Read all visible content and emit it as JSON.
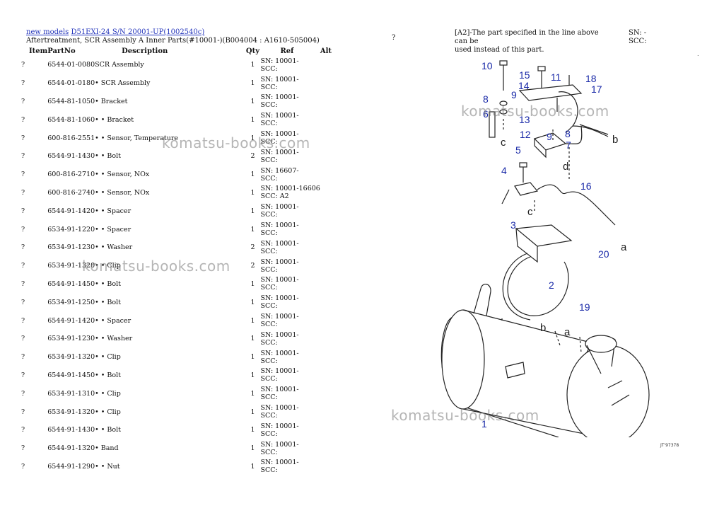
{
  "breadcrumb": {
    "root_link": "new models",
    "model_link": "D51EXI-24 S/N 20001-UP(1002540c)"
  },
  "page_subtitle": "Aftertreatment, SCR Assembly A Inner Parts(#10001-)(B004004 : A1610-505004)",
  "table": {
    "headers": {
      "item": "Item",
      "partno": "PartNo",
      "description": "Description",
      "qty": "Qty",
      "ref": "Ref",
      "alt": "Alt"
    },
    "rows": [
      {
        "item": "?",
        "partno": "6544-01-0080",
        "description": "SCR Assembly",
        "qty": "1",
        "sn": "SN: 10001-",
        "scc": "SCC:"
      },
      {
        "item": "?",
        "partno": "6544-01-0180",
        "description": "• SCR Assembly",
        "qty": "1",
        "sn": "SN: 10001-",
        "scc": "SCC:"
      },
      {
        "item": "?",
        "partno": "6544-81-1050",
        "description": "• Bracket",
        "qty": "1",
        "sn": "SN: 10001-",
        "scc": "SCC:"
      },
      {
        "item": "?",
        "partno": "6544-81-1060",
        "description": "• • Bracket",
        "qty": "1",
        "sn": "SN: 10001-",
        "scc": "SCC:"
      },
      {
        "item": "?",
        "partno": "600-816-2551",
        "description": "• • Sensor, Temperature",
        "qty": "1",
        "sn": "SN: 10001-",
        "scc": "SCC:"
      },
      {
        "item": "?",
        "partno": "6544-91-1430",
        "description": "• • Bolt",
        "qty": "2",
        "sn": "SN: 10001-",
        "scc": "SCC:"
      },
      {
        "item": "?",
        "partno": "600-816-2710",
        "description": "• • Sensor, NOx",
        "qty": "1",
        "sn": "SN: 16607-",
        "scc": "SCC:"
      },
      {
        "item": "?",
        "partno": "600-816-2740",
        "description": "• • Sensor, NOx",
        "qty": "1",
        "sn": "SN: 10001-16606",
        "scc": "SCC: A2"
      },
      {
        "item": "?",
        "partno": "6544-91-1420",
        "description": "• • Spacer",
        "qty": "1",
        "sn": "SN: 10001-",
        "scc": "SCC:"
      },
      {
        "item": "?",
        "partno": "6534-91-1220",
        "description": "• • Spacer",
        "qty": "1",
        "sn": "SN: 10001-",
        "scc": "SCC:"
      },
      {
        "item": "?",
        "partno": "6534-91-1230",
        "description": "• • Washer",
        "qty": "2",
        "sn": "SN: 10001-",
        "scc": "SCC:"
      },
      {
        "item": "?",
        "partno": "6534-91-1320",
        "description": "• • Clip",
        "qty": "2",
        "sn": "SN: 10001-",
        "scc": "SCC:"
      },
      {
        "item": "?",
        "partno": "6544-91-1450",
        "description": "• • Bolt",
        "qty": "1",
        "sn": "SN: 10001-",
        "scc": "SCC:"
      },
      {
        "item": "?",
        "partno": "6534-91-1250",
        "description": "• • Bolt",
        "qty": "1",
        "sn": "SN: 10001-",
        "scc": "SCC:"
      },
      {
        "item": "?",
        "partno": "6544-91-1420",
        "description": "• • Spacer",
        "qty": "1",
        "sn": "SN: 10001-",
        "scc": "SCC:"
      },
      {
        "item": "?",
        "partno": "6534-91-1230",
        "description": "• • Washer",
        "qty": "1",
        "sn": "SN: 10001-",
        "scc": "SCC:"
      },
      {
        "item": "?",
        "partno": "6534-91-1320",
        "description": "• • Clip",
        "qty": "1",
        "sn": "SN: 10001-",
        "scc": "SCC:"
      },
      {
        "item": "?",
        "partno": "6544-91-1450",
        "description": "• • Bolt",
        "qty": "1",
        "sn": "SN: 10001-",
        "scc": "SCC:"
      },
      {
        "item": "?",
        "partno": "6534-91-1310",
        "description": "• • Clip",
        "qty": "1",
        "sn": "SN: 10001-",
        "scc": "SCC:"
      },
      {
        "item": "?",
        "partno": "6534-91-1320",
        "description": "• • Clip",
        "qty": "1",
        "sn": "SN: 10001-",
        "scc": "SCC:"
      },
      {
        "item": "?",
        "partno": "6544-91-1430",
        "description": "• • Bolt",
        "qty": "1",
        "sn": "SN: 10001-",
        "scc": "SCC:"
      },
      {
        "item": "?",
        "partno": "6544-91-1320",
        "description": "• Band",
        "qty": "1",
        "sn": "SN: 10001-",
        "scc": "SCC:"
      },
      {
        "item": "?",
        "partno": "6544-91-1290",
        "description": "• • Nut",
        "qty": "1",
        "sn": "SN: 10001-",
        "scc": "SCC:"
      }
    ]
  },
  "right_header": {
    "item": "?",
    "note_line1": "[A2]-The part specified in the line above can be",
    "note_line2": "used instead of this part.",
    "sn": "SN: -",
    "scc": "SCC:",
    "dot": "."
  },
  "diagram": {
    "callouts": [
      "10",
      "15",
      "11",
      "18",
      "14",
      "9",
      "17",
      "8",
      "6",
      "13",
      "12",
      "9",
      "8",
      "7",
      "5",
      "4",
      "16",
      "3",
      "20",
      "2",
      "19",
      "1"
    ],
    "arrow_letters": [
      "c",
      "b",
      "d",
      "c",
      "a",
      "b",
      "a"
    ],
    "figure_id": "JT'97378",
    "callout_color": "#1a2aa8"
  },
  "watermarks": [
    "komatsu-books.com",
    "komatsu-books.com",
    "komatsu-books.com",
    "komatsu-books.com"
  ]
}
